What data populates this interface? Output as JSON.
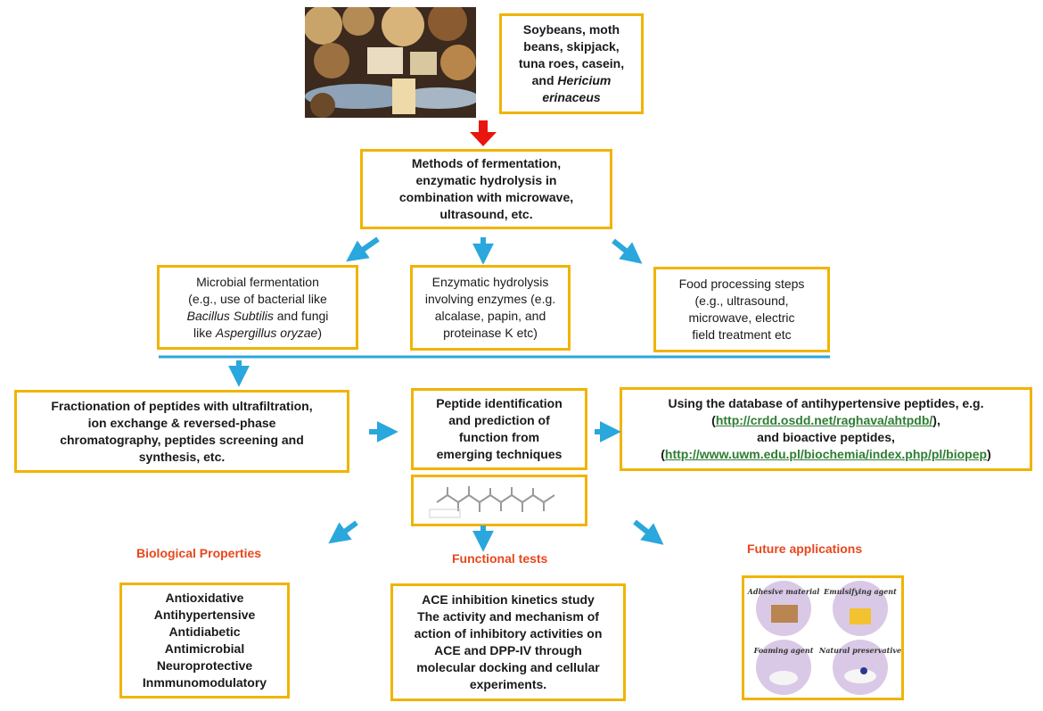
{
  "sources": {
    "line1": "Soybeans, moth",
    "line2": "beans, skipjack,",
    "line3": "tuna roes, casein,",
    "line4_prefix": "and ",
    "line4_italic": "Hericium",
    "line5_italic": "erinaceus"
  },
  "methods": {
    "lines": [
      "Methods of fermentation,",
      "enzymatic hydrolysis in",
      "combination with microwave,",
      "ultrasound, etc."
    ]
  },
  "microbial": {
    "line1": "Microbial fermentation",
    "line2": "(e.g., use of bacterial like",
    "line3_italic": "Bacillus Subtilis",
    "line3_suffix": " and fungi",
    "line4_prefix": "like ",
    "line4_italic": "Aspergillus oryzae",
    "line4_suffix": ")"
  },
  "enzymatic": {
    "lines": [
      "Enzymatic hydrolysis",
      "involving enzymes (e.g.",
      "alcalase, papin, and",
      "proteinase K etc)"
    ]
  },
  "food_processing": {
    "lines": [
      "Food processing steps",
      "(e.g., ultrasound,",
      "microwave, electric",
      "field treatment etc"
    ]
  },
  "fractionation": {
    "lines": [
      "Fractionation of peptides with ultrafiltration,",
      "ion exchange & reversed-phase",
      "chromatography, peptides screening and",
      "synthesis, etc."
    ]
  },
  "identification": {
    "lines": [
      "Peptide identification",
      "and prediction of",
      "function from",
      "emerging techniques"
    ]
  },
  "database": {
    "line1": "Using the database of antihypertensive peptides, e.g.",
    "link1": "http://crdd.osdd.net/raghava/ahtpdb/",
    "line3": "and bioactive  peptides,",
    "link2": "http://www.uwm.edu.pl/biochemia/index.php/pl/biopep"
  },
  "headings": {
    "biological": "Biological  Properties",
    "functional": "Functional tests",
    "future": "Future applications"
  },
  "biological_properties": [
    "Antioxidative",
    "Antihypertensive",
    "Antidiabetic",
    "Antimicrobial",
    "Neuroprotective",
    "Inmmunomodulatory"
  ],
  "functional_tests": {
    "lines": [
      "ACE inhibition kinetics study",
      "The activity and mechanism of",
      "action of inhibitory activities on",
      "ACE and DPP-IV through",
      "molecular docking and cellular",
      "experiments."
    ]
  },
  "future_applications": {
    "items": [
      "Adhesive material",
      "Emulsifying agent",
      "Foaming agent",
      "Natural preservative"
    ]
  },
  "colors": {
    "box_border": "#f0b400",
    "arrow_blue": "#2aa7dc",
    "arrow_red": "#e8160e",
    "heading": "#e8471c",
    "link": "#2e7d32",
    "circle": "#d9c9e6"
  }
}
